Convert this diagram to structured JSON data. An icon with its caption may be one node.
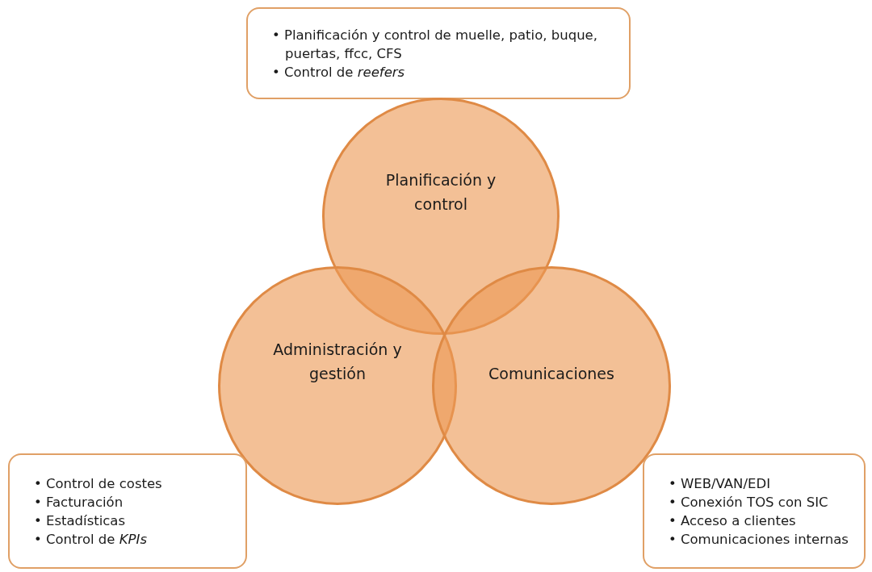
{
  "diagram": {
    "nodes": [
      {
        "text": [
          "• Planificación y control de muelle, patio, buque,  puertas, ffcc, CFS",
          "• Control de *reefers*"
        ]
      },
      {
        "text": [
          "Planificación y control"
        ]
      },
      {
        "text": [
          "Administración y gestión"
        ]
      },
      {
        "text": [
          "Comunicaciones"
        ]
      },
      {
        "text": [
          "• Control de costes",
          "• Facturación",
          "• Estadísticas",
          "• Control de *KPIs*"
        ]
      },
      {
        "text": [
          "• WEB/VAN/EDI",
          "• Conexión TOS con SIC",
          "• Acceso a clientes",
          "• Comunicaciones internas"
        ]
      }
    ]
  }
}
